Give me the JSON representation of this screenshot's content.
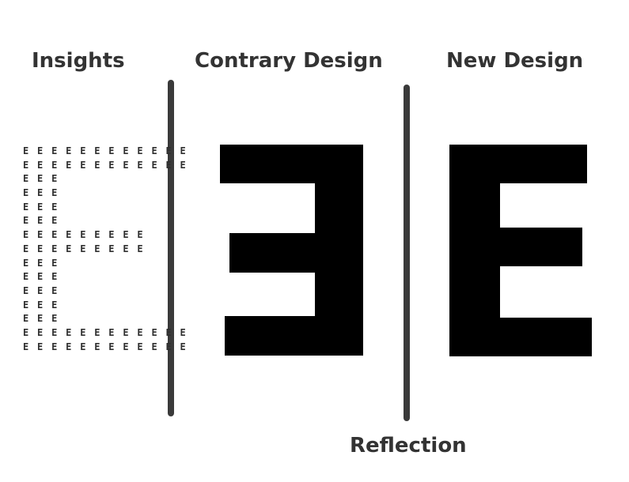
{
  "headings": {
    "insights": "Insights",
    "contrary_design": "Contrary Design",
    "new_design": "New Design",
    "reflection": "Reflection"
  },
  "insights_grid": {
    "rows": [
      "EEEEEEEEEEEE",
      "EEEEEEEEEEEE",
      "EEE",
      "EEE",
      "EEE",
      "EEE",
      "EEEEEEEEE",
      "EEEEEEEEE",
      "EEE",
      "EEE",
      "EEE",
      "EEE",
      "EEE",
      "EEEEEEEEEEEE",
      "EEEEEEEEEEEE"
    ]
  },
  "colors": {
    "text": "#333333",
    "divider": "#3a3a3a",
    "glyph": "#000000",
    "background": "#ffffff"
  }
}
